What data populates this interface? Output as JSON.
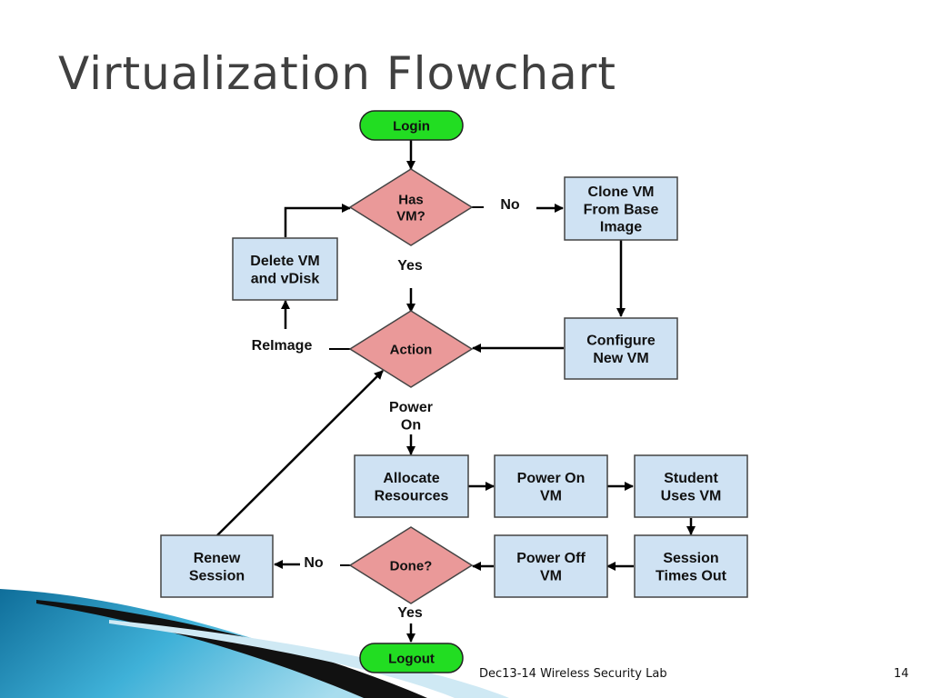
{
  "slide": {
    "title": "Virtualization Flowchart",
    "footer_text": "Dec13-14 Wireless Security Lab",
    "page_number": "14"
  },
  "colors": {
    "terminal_fill": "#22dd22",
    "process_fill": "#cfe2f3",
    "decision_fill": "#ea9999",
    "stroke": "#444444"
  },
  "flowchart": {
    "nodes": {
      "login": [
        "Login"
      ],
      "has_vm": [
        "Has",
        "VM?"
      ],
      "clone_vm": [
        "Clone VM",
        "From Base",
        "Image"
      ],
      "delete_vm": [
        "Delete VM",
        "and vDisk"
      ],
      "action": [
        "Action"
      ],
      "configure_vm": [
        "Configure",
        "New VM"
      ],
      "allocate": [
        "Allocate",
        "Resources"
      ],
      "power_on": [
        "Power On",
        "VM"
      ],
      "student_uses": [
        "Student",
        "Uses VM"
      ],
      "renew": [
        "Renew",
        "Session"
      ],
      "done": [
        "Done?"
      ],
      "power_off": [
        "Power Off",
        "VM"
      ],
      "session_timeout": [
        "Session",
        "Times Out"
      ],
      "logout": [
        "Logout"
      ]
    },
    "edge_labels": {
      "no_top": [
        "No"
      ],
      "yes_top": [
        "Yes"
      ],
      "reimage": [
        "ReImage"
      ],
      "power_on_edge": [
        "Power",
        "On"
      ],
      "no_bottom": [
        "No"
      ],
      "yes_bottom": [
        "Yes"
      ]
    }
  }
}
